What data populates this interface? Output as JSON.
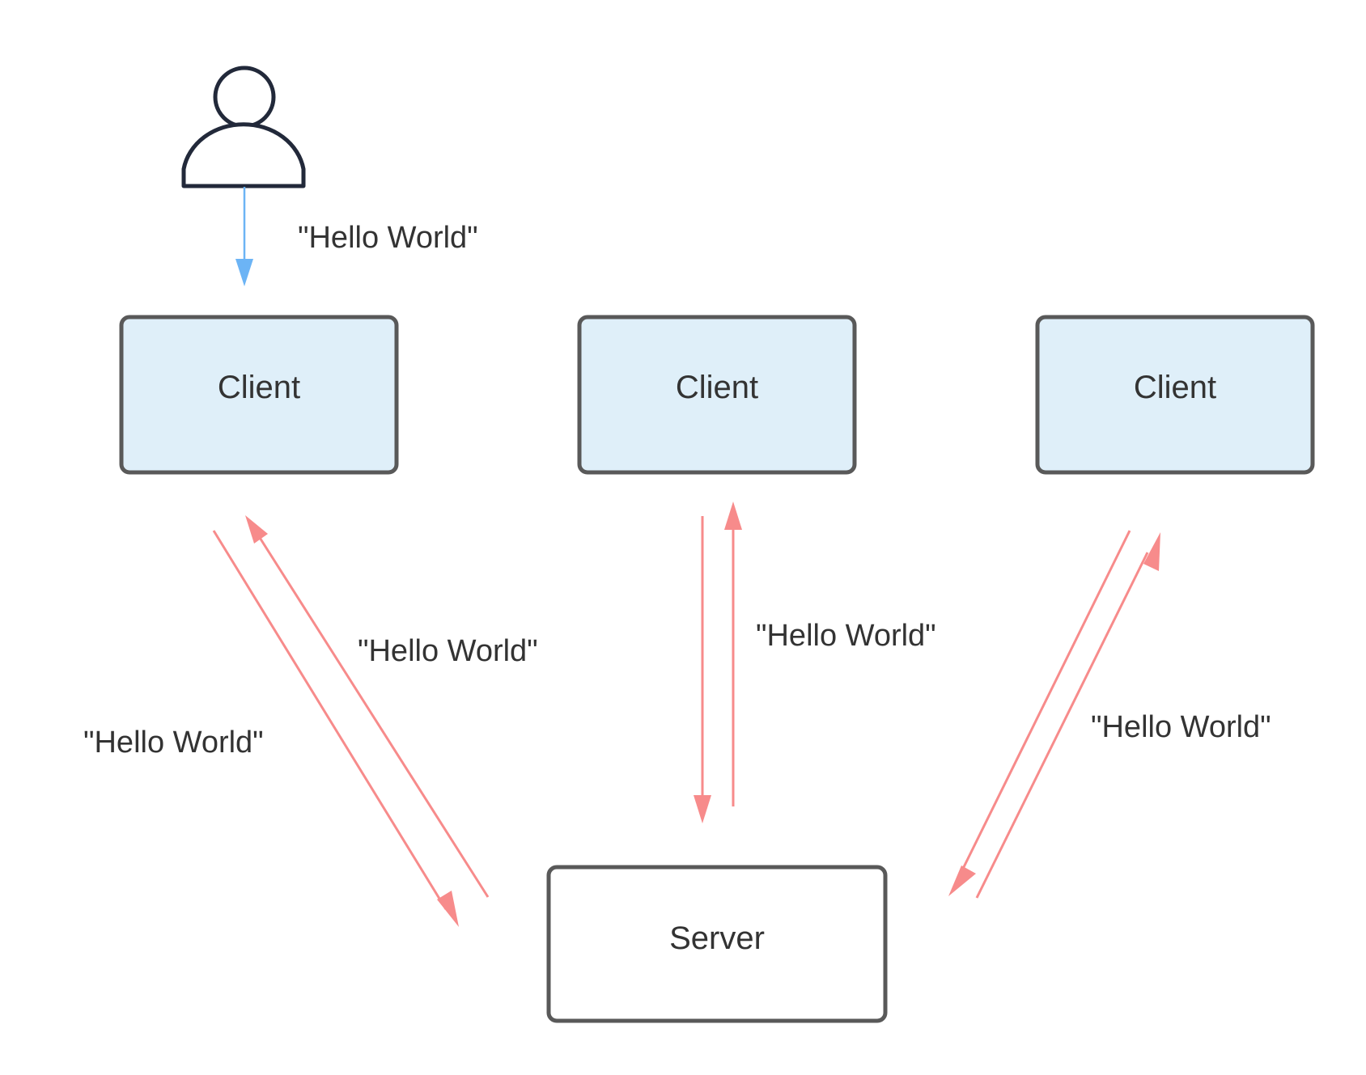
{
  "nodes": {
    "client_left": {
      "label": "Client"
    },
    "client_center": {
      "label": "Client"
    },
    "client_right": {
      "label": "Client"
    },
    "server": {
      "label": "Server"
    }
  },
  "actor": {
    "icon": "user-icon"
  },
  "edges": {
    "user_to_client_left": {
      "label": "\"Hello World\""
    },
    "client_left_to_server": {
      "label": "\"Hello World\""
    },
    "server_to_client_left": {
      "label": "\"Hello World\""
    },
    "client_center_server": {
      "label": "\"Hello World\""
    },
    "client_right_server": {
      "label": "\"Hello World\""
    }
  },
  "colors": {
    "client_fill": "#dfeff9",
    "node_stroke": "#595959",
    "server_fill": "#ffffff",
    "user_arrow": "#6cb4f5",
    "message_arrow": "#f78b8b",
    "actor_stroke": "#22293a",
    "text": "#333333"
  }
}
